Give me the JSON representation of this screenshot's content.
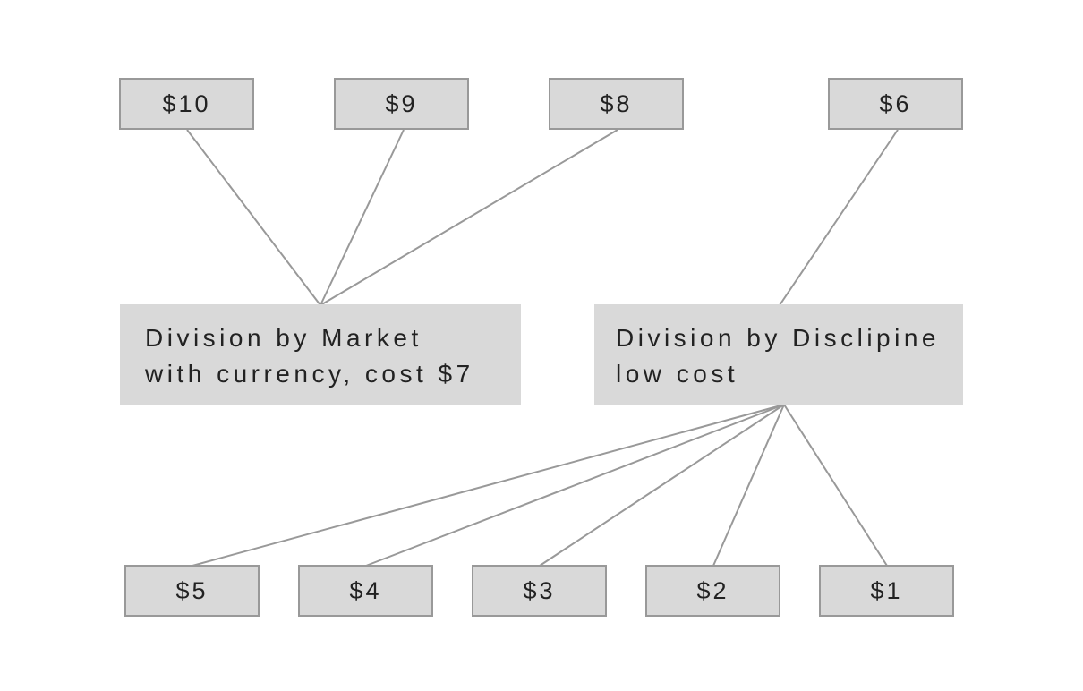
{
  "diagram": {
    "top_nodes": [
      {
        "id": "n10",
        "label": "$10"
      },
      {
        "id": "n9",
        "label": "$9"
      },
      {
        "id": "n8",
        "label": "$8"
      },
      {
        "id": "n6",
        "label": "$6"
      }
    ],
    "middle_nodes": [
      {
        "id": "market",
        "line1": "Division by Market",
        "line2": "with currency, cost $7"
      },
      {
        "id": "discipline",
        "line1": "Division by Disclipine",
        "line2": "low cost"
      }
    ],
    "bottom_nodes": [
      {
        "id": "n5",
        "label": "$5"
      },
      {
        "id": "n4",
        "label": "$4"
      },
      {
        "id": "n3",
        "label": "$3"
      },
      {
        "id": "n2",
        "label": "$2"
      },
      {
        "id": "n1",
        "label": "$1"
      }
    ],
    "edges": [
      {
        "from": "n10",
        "to": "market"
      },
      {
        "from": "n9",
        "to": "market"
      },
      {
        "from": "n8",
        "to": "market"
      },
      {
        "from": "n6",
        "to": "discipline"
      },
      {
        "from": "discipline",
        "to": "n5"
      },
      {
        "from": "discipline",
        "to": "n4"
      },
      {
        "from": "discipline",
        "to": "n3"
      },
      {
        "from": "discipline",
        "to": "n2"
      },
      {
        "from": "discipline",
        "to": "n1"
      }
    ],
    "colors": {
      "node_fill": "#d9d9d9",
      "node_border": "#999999",
      "connector": "#999999",
      "text": "#222222"
    }
  }
}
